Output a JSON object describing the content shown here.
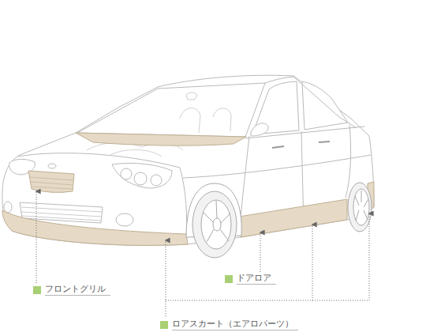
{
  "diagram": {
    "labels": [
      "フロントグリル",
      "ドアロア",
      "ロアスカート（エアロパーツ）"
    ]
  }
}
